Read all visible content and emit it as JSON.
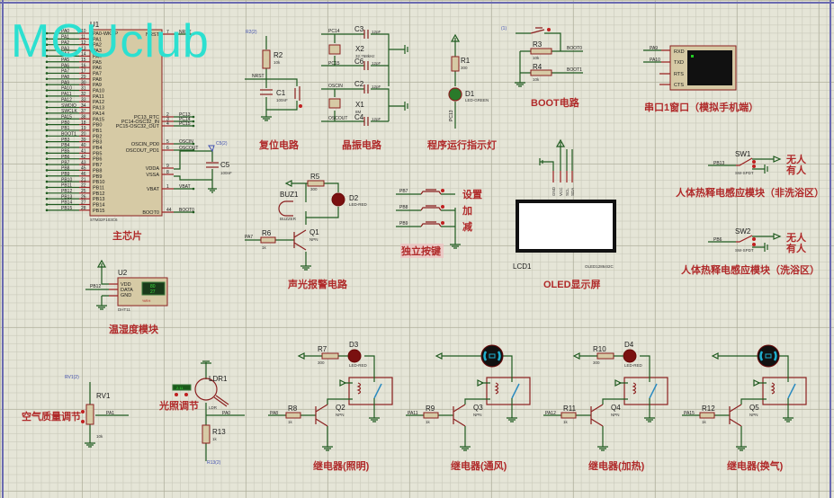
{
  "watermark": "MCUclub",
  "colors": {
    "background": "#e5e5d7",
    "wire": "#1f5a1f",
    "component": "#8b1f1f",
    "section_title": "#b02a2a",
    "watermark": "#2ce0d0",
    "probe": "#4050b0"
  },
  "mcu": {
    "ref": "U1",
    "part": "STM32F103C6",
    "title": "主芯片",
    "left_pins": [
      {
        "net": "PA0",
        "num": "10",
        "name": "PA0-WKUP"
      },
      {
        "net": "PA1",
        "num": "11",
        "name": "PA1"
      },
      {
        "net": "PA2",
        "num": "12",
        "name": "PA2"
      },
      {
        "net": "PA3",
        "num": "13",
        "name": "PA3"
      },
      {
        "net": "PA4",
        "num": "14",
        "name": "PA4"
      },
      {
        "net": "PA5",
        "num": "15",
        "name": "PA5"
      },
      {
        "net": "PA6",
        "num": "16",
        "name": "PA6"
      },
      {
        "net": "PA7",
        "num": "17",
        "name": "PA7"
      },
      {
        "net": "PA8",
        "num": "29",
        "name": "PA8"
      },
      {
        "net": "PA9",
        "num": "30",
        "name": "PA9"
      },
      {
        "net": "PA10",
        "num": "31",
        "name": "PA10"
      },
      {
        "net": "PA11",
        "num": "32",
        "name": "PA11"
      },
      {
        "net": "PA12",
        "num": "33",
        "name": "PA12"
      },
      {
        "net": "SWDIO",
        "num": "34",
        "name": "PA13"
      },
      {
        "net": "SWCLK",
        "num": "37",
        "name": "PA14"
      },
      {
        "net": "PA15",
        "num": "38",
        "name": "PA15"
      },
      {
        "net": "PB0",
        "num": "18",
        "name": "PB0"
      },
      {
        "net": "PB1",
        "num": "19",
        "name": "PB1"
      },
      {
        "net": "BOOT1",
        "num": "20",
        "name": "PB2"
      },
      {
        "net": "PB3",
        "num": "39",
        "name": "PB3"
      },
      {
        "net": "PB4",
        "num": "40",
        "name": "PB4"
      },
      {
        "net": "PB5",
        "num": "41",
        "name": "PB5"
      },
      {
        "net": "PB6",
        "num": "42",
        "name": "PB6"
      },
      {
        "net": "PB7",
        "num": "43",
        "name": "PB7"
      },
      {
        "net": "PB8",
        "num": "45",
        "name": "PB8"
      },
      {
        "net": "PB9",
        "num": "46",
        "name": "PB9"
      },
      {
        "net": "PB10",
        "num": "21",
        "name": "PB10"
      },
      {
        "net": "PB11",
        "num": "22",
        "name": "PB11"
      },
      {
        "net": "PB12",
        "num": "25",
        "name": "PB12"
      },
      {
        "net": "PB13",
        "num": "26",
        "name": "PB13"
      },
      {
        "net": "PB14",
        "num": "27",
        "name": "PB14"
      },
      {
        "net": "PB15",
        "num": "28",
        "name": "PB15"
      }
    ],
    "right_pins": [
      {
        "name": "NRST",
        "num": "7",
        "net": "NRST"
      },
      {
        "name": "PC13_RTC",
        "num": "2",
        "net": "PC13"
      },
      {
        "name": "PC14-OSC32_IN",
        "num": "3",
        "net": "PC14"
      },
      {
        "name": "PC15-OSC32_OUT",
        "num": "4",
        "net": "PC15"
      },
      {
        "name": "OSCIN_PD0",
        "num": "5",
        "net": "OSCIN"
      },
      {
        "name": "OSCOUT_PD1",
        "num": "6",
        "net": "OSCOUT"
      },
      {
        "name": "VDDA",
        "num": "9",
        "net": ""
      },
      {
        "name": "VSSA",
        "num": "8",
        "net": ""
      },
      {
        "name": "VBAT",
        "num": "1",
        "net": "VBAT"
      },
      {
        "name": "BOOT0",
        "num": "44",
        "net": "BOOT0"
      }
    ],
    "c5": {
      "ref": "C5",
      "value": "100nF",
      "probe": "C5(2)"
    }
  },
  "reset": {
    "title": "复位电路",
    "r2": {
      "ref": "R2",
      "value": "10k"
    },
    "c1": {
      "ref": "C1",
      "value": "100nF"
    },
    "net": "NRST",
    "probe": "R2(2)"
  },
  "crystal": {
    "title": "晶振电路",
    "x2": {
      "ref": "X2",
      "value": "32.768kHz"
    },
    "x1": {
      "ref": "X1",
      "value": "8M"
    },
    "caps": [
      {
        "ref": "C3",
        "value": "12pF"
      },
      {
        "ref": "C6",
        "value": "12pF"
      },
      {
        "ref": "C2",
        "value": "12pF"
      },
      {
        "ref": "C4",
        "value": "12pF"
      }
    ],
    "nets": [
      "PC14",
      "PC15",
      "OSCIN",
      "OSCOUT"
    ]
  },
  "run_led": {
    "title": "程序运行指示灯",
    "r1": {
      "ref": "R1",
      "value": "300"
    },
    "d1": {
      "ref": "D1",
      "value": "LED-GREEN"
    },
    "net": "PC13"
  },
  "boot": {
    "title": "BOOT电路",
    "r3": {
      "ref": "R3",
      "value": "10k"
    },
    "r4": {
      "ref": "R4",
      "value": "10k"
    },
    "nets": [
      "BOOT0",
      "BOOT1"
    ],
    "probe": "(1)"
  },
  "uart": {
    "title": "串口1窗口（模拟手机端）",
    "pins": [
      "RXD",
      "TXD",
      "RTS",
      "CTS"
    ],
    "nets": [
      "PA9",
      "PA10"
    ]
  },
  "pir1": {
    "ref": "SW1",
    "part": "SW-SPDT",
    "net": "PB13",
    "title": "人体热释电感应模块（非洗浴区）",
    "opt_none": "无人",
    "opt_some": "有人"
  },
  "pir2": {
    "ref": "SW2",
    "part": "SW-SPDT",
    "net": "PB6",
    "title": "人体热释电感应模块（洗浴区）",
    "opt_none": "无人",
    "opt_some": "有人"
  },
  "alarm": {
    "title": "声光报警电路",
    "buz": {
      "ref": "BUZ1",
      "value": "BUZZER"
    },
    "r5": {
      "ref": "R5",
      "value": "300"
    },
    "d2": {
      "ref": "D2",
      "value": "LED-RED"
    },
    "r6": {
      "ref": "R6",
      "value": "1k"
    },
    "q1": {
      "ref": "Q1",
      "value": "NPN"
    },
    "net": "PA7"
  },
  "keys": {
    "title": "独立按键",
    "items": [
      {
        "net": "PB7",
        "label": "设置"
      },
      {
        "net": "PB8",
        "label": "加"
      },
      {
        "net": "PB9",
        "label": "减"
      }
    ]
  },
  "oled": {
    "ref": "LCD1",
    "part": "OLED12864I2C",
    "title": "OLED显示屏",
    "pins": [
      "GND",
      "VCC",
      "SCL",
      "SDA"
    ]
  },
  "dht": {
    "ref": "U2",
    "part": "DHT11",
    "title": "温湿度模块",
    "pins": [
      {
        "num": "1",
        "name": "VDD"
      },
      {
        "num": "2",
        "name": "DATA"
      },
      {
        "num": "4",
        "name": "GND"
      }
    ],
    "net": "PB12",
    "humidity": "80",
    "temperature": "27",
    "unit_label": "%RH"
  },
  "air": {
    "title": "空气质量调节",
    "ref": "RV1",
    "value": "10k",
    "net": "PA1",
    "probe": "RV1(2)"
  },
  "light": {
    "title": "光照调节",
    "ref": "LDR1",
    "value": "LDR",
    "r13": {
      "ref": "R13",
      "value": "1k"
    },
    "net": "PA0",
    "probe": "R13(2)",
    "readout": "2.11"
  },
  "relays": [
    {
      "title": "继电器(照明)",
      "r_led": {
        "ref": "R7",
        "value": "300"
      },
      "led": {
        "ref": "D3",
        "value": "LED-RED"
      },
      "r_base": {
        "ref": "R8",
        "value": "1k"
      },
      "q": {
        "ref": "Q2",
        "value": "NPN"
      },
      "net": "PA8",
      "load": "led"
    },
    {
      "title": "继电器(通风)",
      "r_base": {
        "ref": "R9",
        "value": "1k"
      },
      "q": {
        "ref": "Q3",
        "value": "NPN"
      },
      "net": "PA11",
      "load": "fan"
    },
    {
      "title": "继电器(加热)",
      "r_led": {
        "ref": "R10",
        "value": "300"
      },
      "led": {
        "ref": "D4",
        "value": "LED-RED"
      },
      "r_base": {
        "ref": "R11",
        "value": "1k"
      },
      "q": {
        "ref": "Q4",
        "value": "NPN"
      },
      "net": "PA12",
      "load": "led"
    },
    {
      "title": "继电器(换气)",
      "r_base": {
        "ref": "R12",
        "value": "1k"
      },
      "q": {
        "ref": "Q5",
        "value": "NPN"
      },
      "net": "PA15",
      "load": "fan"
    }
  ]
}
